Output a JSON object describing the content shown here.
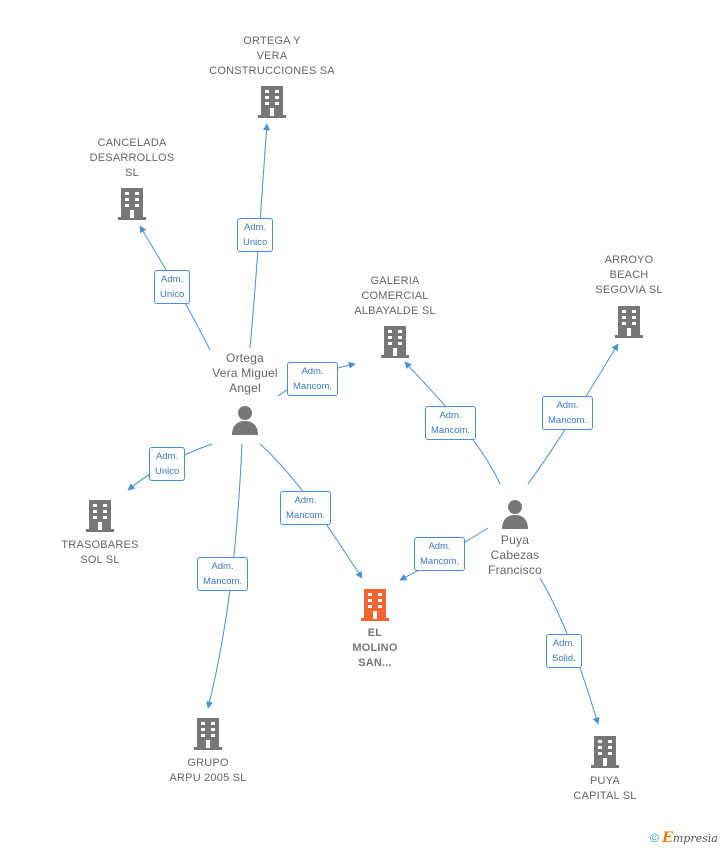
{
  "diagram": {
    "nodes": {
      "ortega_vera": {
        "label": "ORTEGA Y\nVERA\nCONSTRUCCIONES SA",
        "type": "company"
      },
      "cancelada": {
        "label": "CANCELADA\nDESARROLLOS\nSL",
        "type": "company"
      },
      "galeria": {
        "label": "GALERIA\nCOMERCIAL\nALBAYALDE  SL",
        "type": "company"
      },
      "arroyo": {
        "label": "ARROYO\nBEACH\nSEGOVIA  SL",
        "type": "company"
      },
      "ortega_person": {
        "label": "Ortega\nVera Miguel\nAngel",
        "type": "person"
      },
      "trasobares": {
        "label": "TRASOBARES\nSOL  SL",
        "type": "company"
      },
      "molino": {
        "label": "EL\nMOLINO\nSAN...",
        "type": "company-highlight"
      },
      "puya_person": {
        "label": "Puya\nCabezas\nFrancisco",
        "type": "person"
      },
      "grupo_arpu": {
        "label": "GRUPO\nARPU 2005 SL",
        "type": "company"
      },
      "puya_capital": {
        "label": "PUYA\nCAPITAL  SL",
        "type": "company"
      }
    },
    "edges": [
      {
        "id": "e1",
        "label": "Adm.\nUnico"
      },
      {
        "id": "e2",
        "label": "Adm.\nUnico"
      },
      {
        "id": "e3",
        "label": "Adm.\nMancom."
      },
      {
        "id": "e4",
        "label": "Adm.\nUnico"
      },
      {
        "id": "e5",
        "label": "Adm.\nMancom."
      },
      {
        "id": "e6",
        "label": "Adm.\nMancom."
      },
      {
        "id": "e7",
        "label": "Adm.\nMancom."
      },
      {
        "id": "e8",
        "label": "Adm.\nMancom."
      },
      {
        "id": "e9",
        "label": "Adm.\nMancom."
      },
      {
        "id": "e10",
        "label": "Adm.\nSolid."
      }
    ]
  },
  "colors": {
    "edge": "#4a90d9",
    "icon": "#777777",
    "highlight": "#f26532"
  },
  "footer": {
    "copyright": "©",
    "brand_initial": "E",
    "brand_rest": "mpresia"
  }
}
